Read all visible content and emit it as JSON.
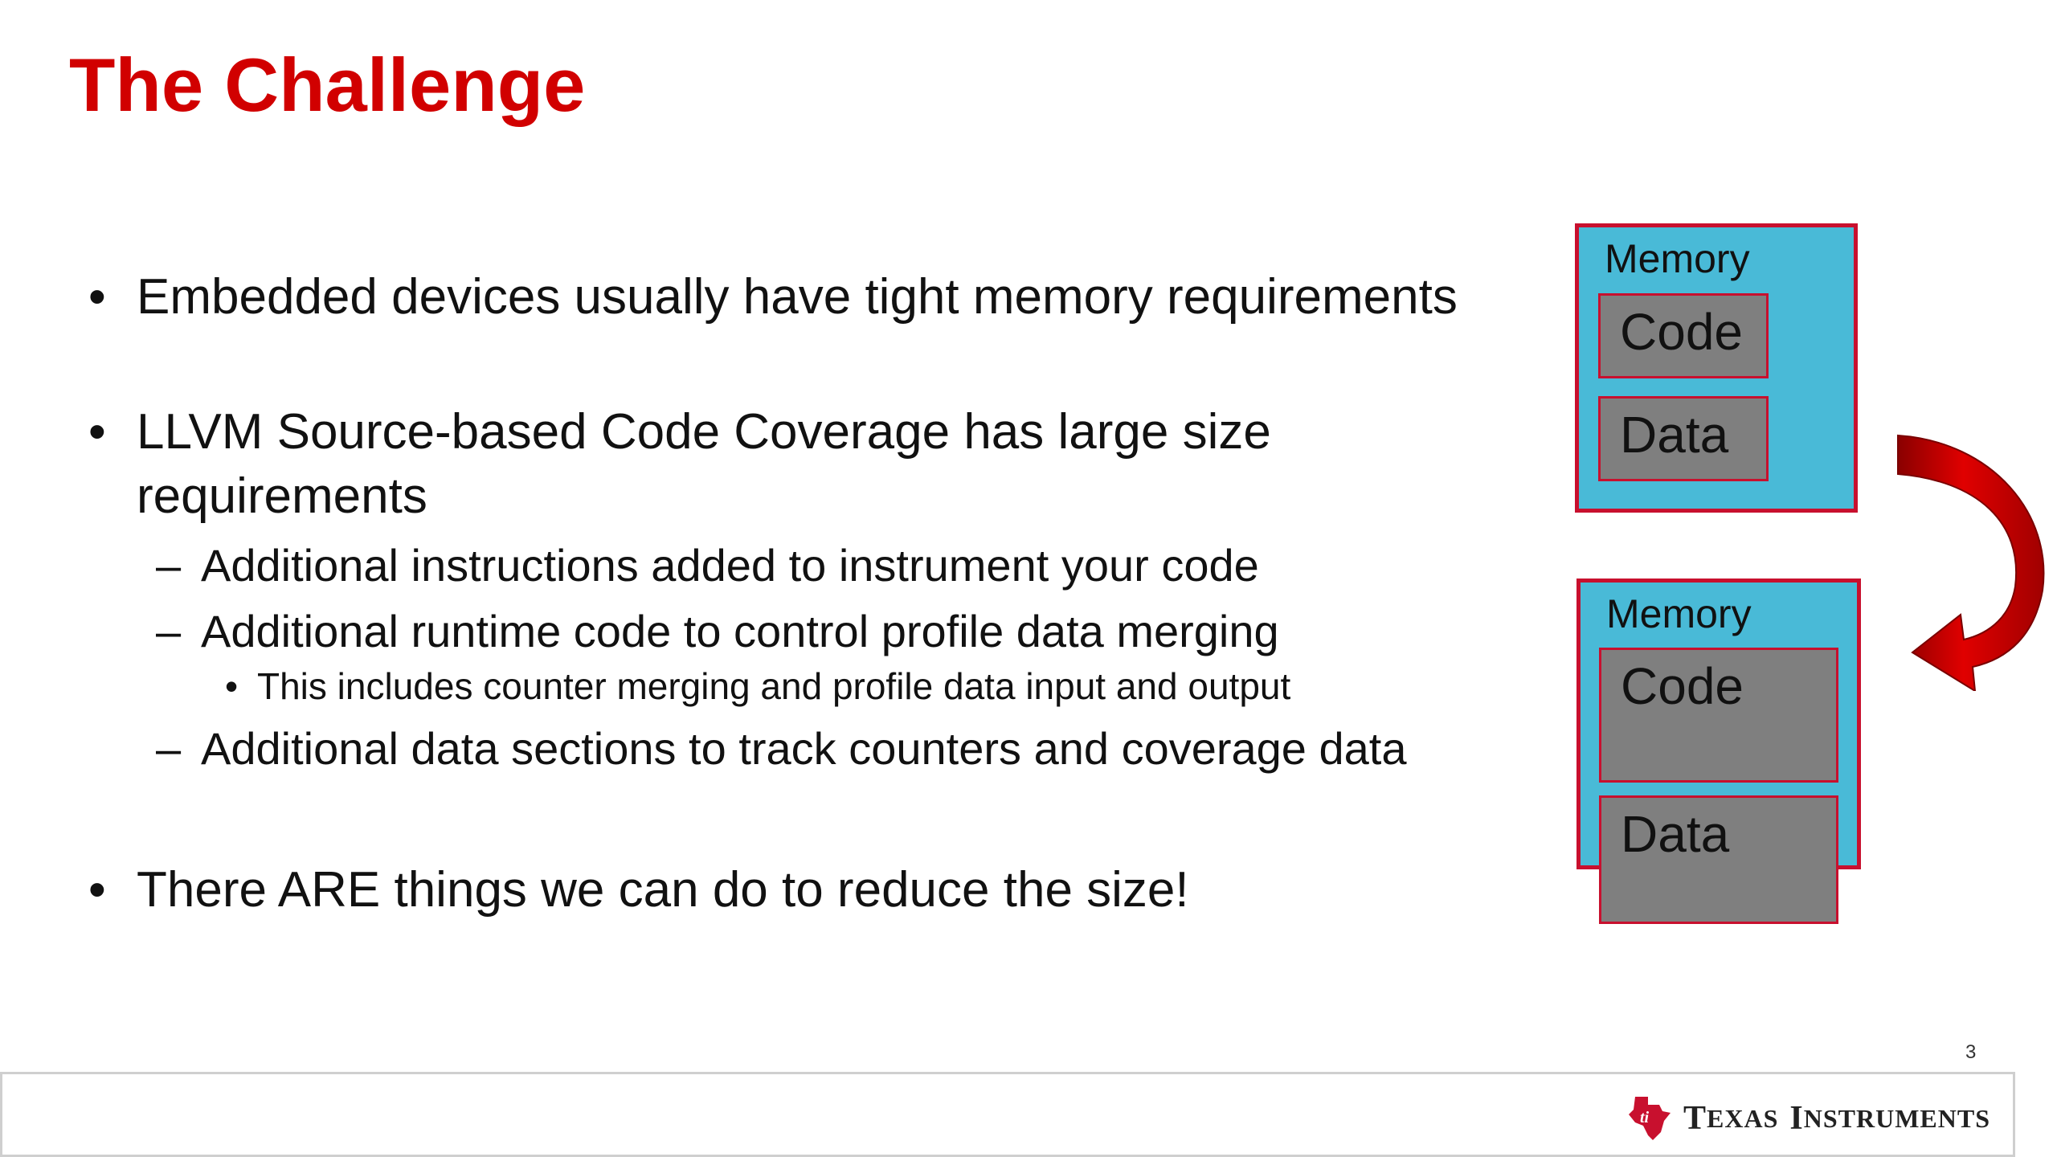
{
  "slide": {
    "title": "The Challenge",
    "page_number": "3",
    "colors": {
      "title": "#d10000",
      "memory_fill": "#49bad7",
      "memory_border": "#c8102e",
      "block_fill": "#7f7f7f",
      "arrow": "#c00000"
    }
  },
  "bullets": {
    "item1": "Embedded devices usually have tight memory requirements",
    "item2_line1": "LLVM Source-based Code Coverage has large size",
    "item2_line2": "requirements",
    "sub1": "Additional instructions added to instrument your code",
    "sub2": "Additional runtime code to control profile data merging",
    "subsub1": "This includes counter merging and profile data input and output",
    "sub3": "Additional data sections to track counters and coverage data",
    "item3": "There ARE things we can do to reduce the size!"
  },
  "diagram": {
    "top": {
      "label": "Memory",
      "code": "Code",
      "data": "Data"
    },
    "bottom": {
      "label": "Memory",
      "code": "Code",
      "data": "Data"
    },
    "arrow_icon": "curved-arrow-icon"
  },
  "footer": {
    "logo_icon": "texas-instruments-logo-icon",
    "logo_T": "T",
    "logo_exas": "EXAS",
    "logo_I": "I",
    "logo_nstruments": "NSTRUMENTS"
  }
}
